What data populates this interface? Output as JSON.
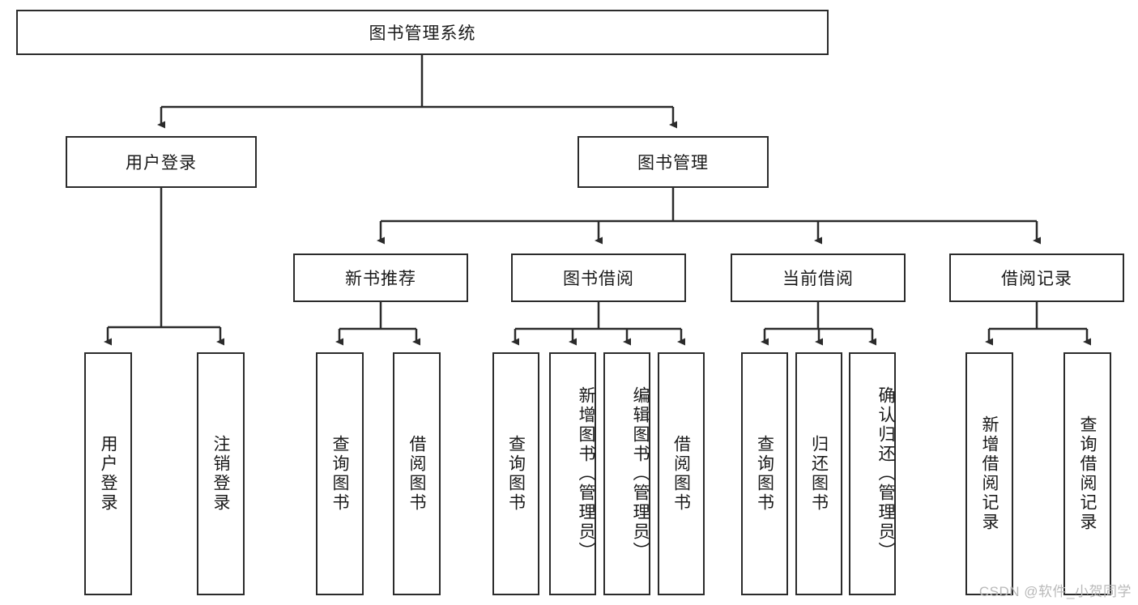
{
  "diagram": {
    "title": "图书管理系统",
    "type": "hierarchy-tree",
    "watermark": "CSDN @软件_小贺同学",
    "colors": {
      "border": "#2b2b2b",
      "background": "#ffffff",
      "text": "#1a1a1a",
      "watermark": "#b9b9b9"
    },
    "root": {
      "label": "图书管理系统"
    },
    "level2": [
      {
        "label": "用户登录"
      },
      {
        "label": "图书管理"
      }
    ],
    "level3": [
      {
        "label": "新书推荐"
      },
      {
        "label": "图书借阅"
      },
      {
        "label": "当前借阅"
      },
      {
        "label": "借阅记录"
      }
    ],
    "leaves": {
      "user_login": [
        {
          "label": "用户登录"
        },
        {
          "label": "注销登录"
        }
      ],
      "new_book": [
        {
          "label": "查询图书"
        },
        {
          "label": "借阅图书"
        }
      ],
      "book_borrow": [
        {
          "label": "查询图书"
        },
        {
          "label": "新增图书（管理员）"
        },
        {
          "label": "编辑图书（管理员）"
        },
        {
          "label": "借阅图书"
        }
      ],
      "current_borrow": [
        {
          "label": "查询图书"
        },
        {
          "label": "归还图书"
        },
        {
          "label": "确认归还（管理员）"
        }
      ],
      "borrow_record": [
        {
          "label": "新增借阅记录"
        },
        {
          "label": "查询借阅记录"
        }
      ]
    }
  }
}
